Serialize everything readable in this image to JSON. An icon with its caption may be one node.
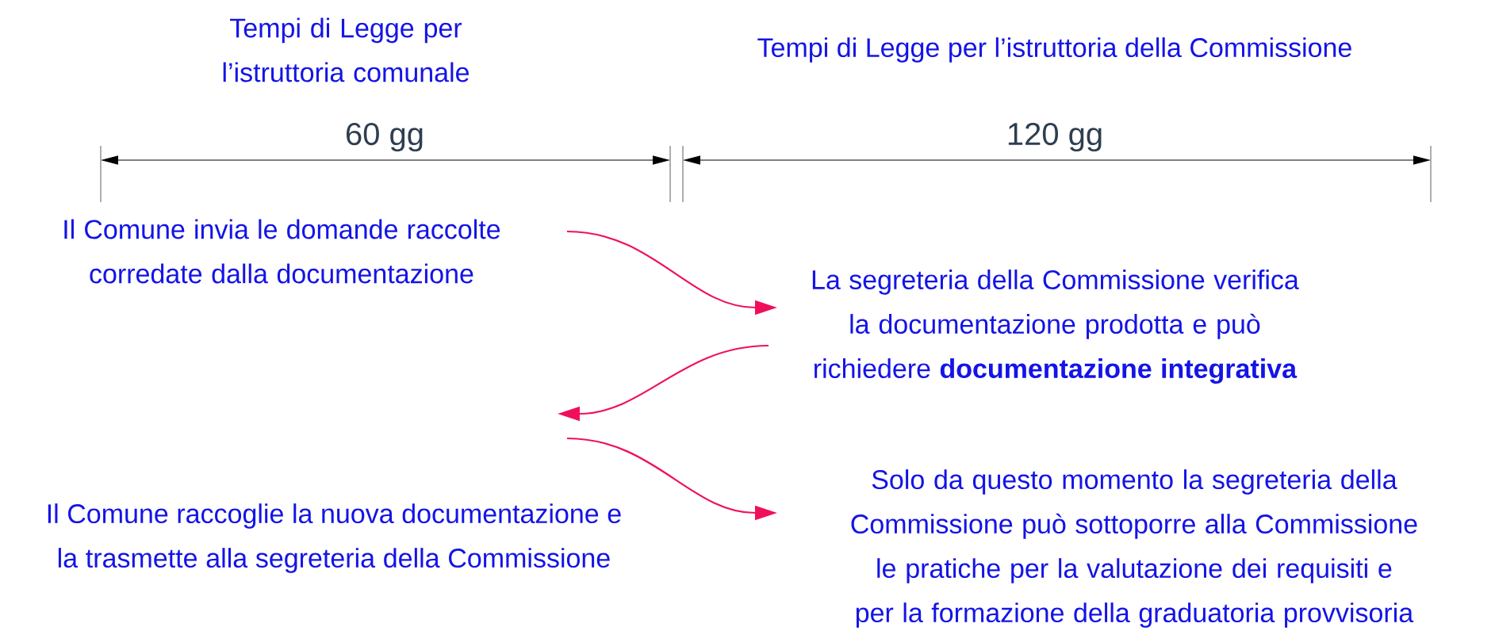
{
  "diagram": {
    "nodes": [
      {
        "text": [
          "Il Comune invia le domande raccolte corredate dalla documentazione"
        ]
      },
      {
        "text": [
          "La segreteria della Commissione verifica la documentazione prodotta e può richiedere **documentazione integrativa**"
        ]
      },
      {
        "text": [
          "Il Comune raccoglie la nuova documentazione e la trasmette alla segreteria della Commissione"
        ]
      },
      {
        "text": [
          "Solo da questo momento la segreteria della Commissione può sottoporre alla Commissione le pratiche per la valutazione dei requisiti e per la formazione della graduatoria provvisoria"
        ]
      }
    ],
    "edges": [
      {
        "from": 0,
        "to": 1,
        "arrow": "to"
      },
      {
        "from": 1,
        "to": 2,
        "arrow": "to"
      },
      {
        "from": 2,
        "to": 3,
        "arrow": "to"
      }
    ],
    "labels": [
      "Tempi di Legge per l’istruttoria comunale",
      "Tempi di Legge per l’istruttoria della Commissione",
      "60 gg",
      "120 gg"
    ]
  }
}
